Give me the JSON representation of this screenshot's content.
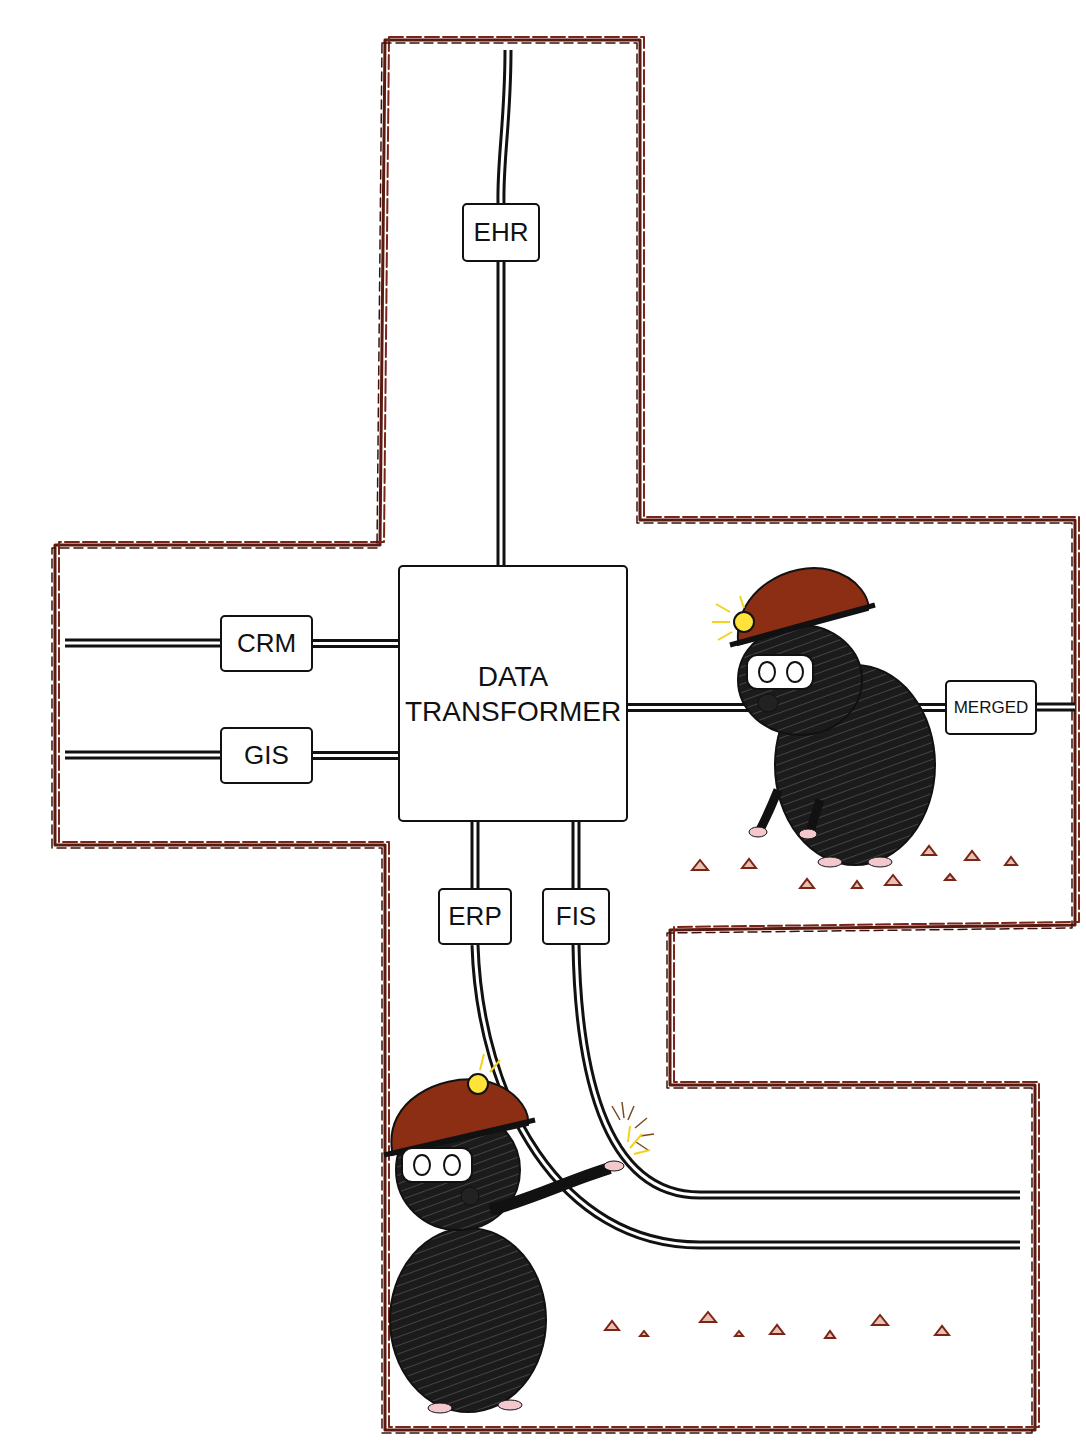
{
  "diagram": {
    "nodes": [
      {
        "text": [
          "EHR"
        ]
      },
      {
        "text": [
          "CRM"
        ]
      },
      {
        "text": [
          "DATA TRANSFORMER"
        ]
      },
      {
        "text": [
          "MERGED"
        ]
      },
      {
        "text": [
          "GIS"
        ]
      },
      {
        "text": [
          "ERP"
        ]
      },
      {
        "text": [
          "FIS"
        ]
      }
    ],
    "edges": [
      {
        "from": 0,
        "to": 2,
        "arrow": "none"
      },
      {
        "from": 1,
        "to": 2,
        "arrow": "none"
      },
      {
        "from": 4,
        "to": 2,
        "arrow": "none"
      },
      {
        "from": 5,
        "to": 2,
        "arrow": "none"
      },
      {
        "from": 6,
        "to": 2,
        "arrow": "none"
      },
      {
        "from": 2,
        "to": 3,
        "arrow": "none"
      }
    ]
  }
}
